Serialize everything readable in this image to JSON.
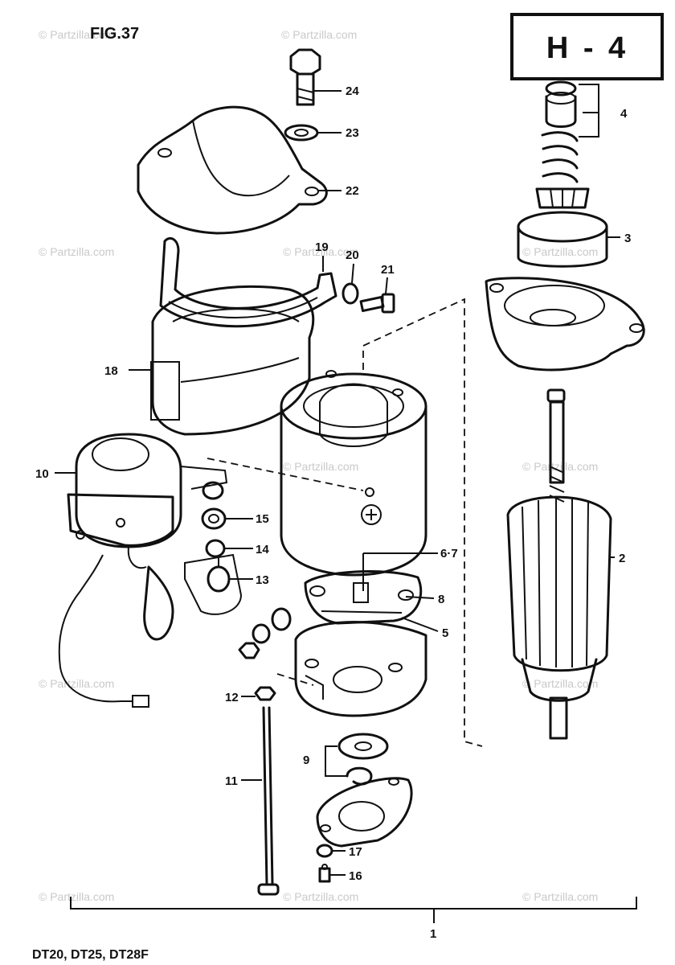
{
  "figure": {
    "label": "FIG.37",
    "page_code": "H - 4",
    "models": "DT20, DT25, DT28F"
  },
  "watermark": "© Partzilla.com",
  "callouts": {
    "c1": "1",
    "c2": "2",
    "c3": "3",
    "c4": "4",
    "c5": "5",
    "c67": "6·7",
    "c8": "8",
    "c9": "9",
    "c10": "10",
    "c11": "11",
    "c12": "12",
    "c13": "13",
    "c14": "14",
    "c15": "15",
    "c16": "16",
    "c17": "17",
    "c18": "18",
    "c19": "19",
    "c20": "20",
    "c21": "21",
    "c22": "22",
    "c23": "23",
    "c24": "24"
  }
}
